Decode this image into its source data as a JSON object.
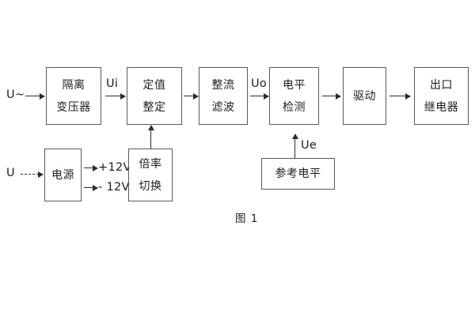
{
  "figure": {
    "caption": "图 1",
    "stroke_color": "#5a5a5a",
    "arrow_color": "#2b2b2b",
    "text_color": "#1c1c1c",
    "background": "#ffffff"
  },
  "blocks": {
    "isolation_transformer": {
      "line1": "隔离",
      "line2": "变压器"
    },
    "setting_value": {
      "line1": "定值",
      "line2": "整定"
    },
    "rectify_filter": {
      "line1": "整流",
      "line2": "滤波"
    },
    "level_detect": {
      "line1": "电平",
      "line2": "检测"
    },
    "drive": {
      "line1": "驱动"
    },
    "output_relay": {
      "line1": "出口",
      "line2": "继电器"
    },
    "power_supply": {
      "line1": "电源"
    },
    "multiplier_switch": {
      "line1": "倍率",
      "line2": "切换"
    },
    "reference_level": {
      "line1": "参考电平"
    }
  },
  "signals": {
    "input_ac": "U~",
    "input_dc": "U",
    "ui": "Ui",
    "uo": "Uo",
    "ue": "Ue",
    "rail_positive": "+12V",
    "rail_negative": "- 12V"
  }
}
